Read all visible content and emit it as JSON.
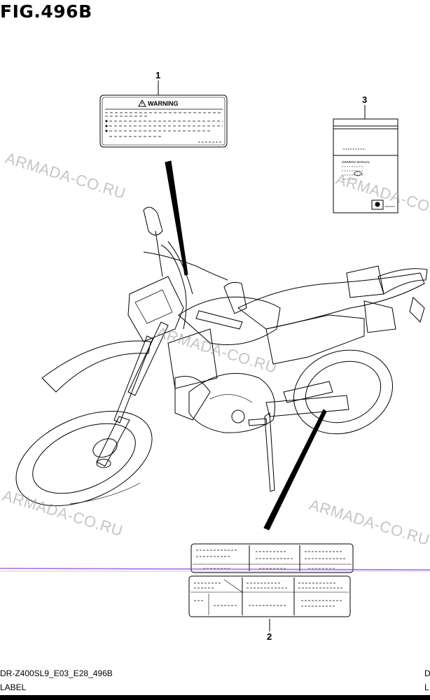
{
  "figure": {
    "title": "FIG.496B"
  },
  "callouts": {
    "label_1": "1",
    "label_2": "2",
    "label_3": "3"
  },
  "warning_label": {
    "heading": "WARNING"
  },
  "manual": {
    "title": "OWNERS MANUAL"
  },
  "watermark": {
    "text": "ARMADA-CO.RU",
    "color": "#969696"
  },
  "footer": {
    "code": "DR-Z400SL9_E03_E28_496B",
    "label": "LABEL",
    "right_1": "D",
    "right_2": "L"
  }
}
